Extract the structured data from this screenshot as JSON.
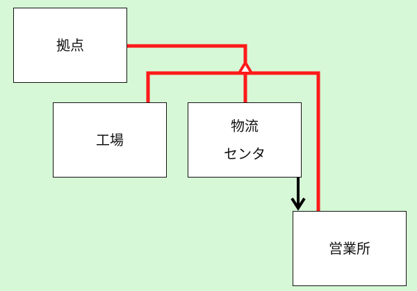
{
  "diagram": {
    "nodes": [
      {
        "id": "base",
        "lines": [
          "拠点"
        ]
      },
      {
        "id": "factory",
        "lines": [
          "工場"
        ]
      },
      {
        "id": "logistics",
        "lines": [
          "物流",
          "センタ"
        ]
      },
      {
        "id": "sales",
        "lines": [
          "営業所"
        ]
      }
    ],
    "edges": [
      {
        "from": "factory",
        "to": "base",
        "type": "generalization",
        "color": "#ff1a1a"
      },
      {
        "from": "logistics",
        "to": "base",
        "type": "generalization",
        "color": "#ff1a1a"
      },
      {
        "from": "sales",
        "to": "base",
        "type": "generalization",
        "color": "#ff1a1a"
      },
      {
        "from": "logistics",
        "to": "sales",
        "type": "arrow",
        "color": "#000000"
      }
    ],
    "colors": {
      "background": "#d6f8d6",
      "node_fill": "#ffffff",
      "inheritance": "#ff1a1a",
      "flow": "#000000"
    }
  }
}
